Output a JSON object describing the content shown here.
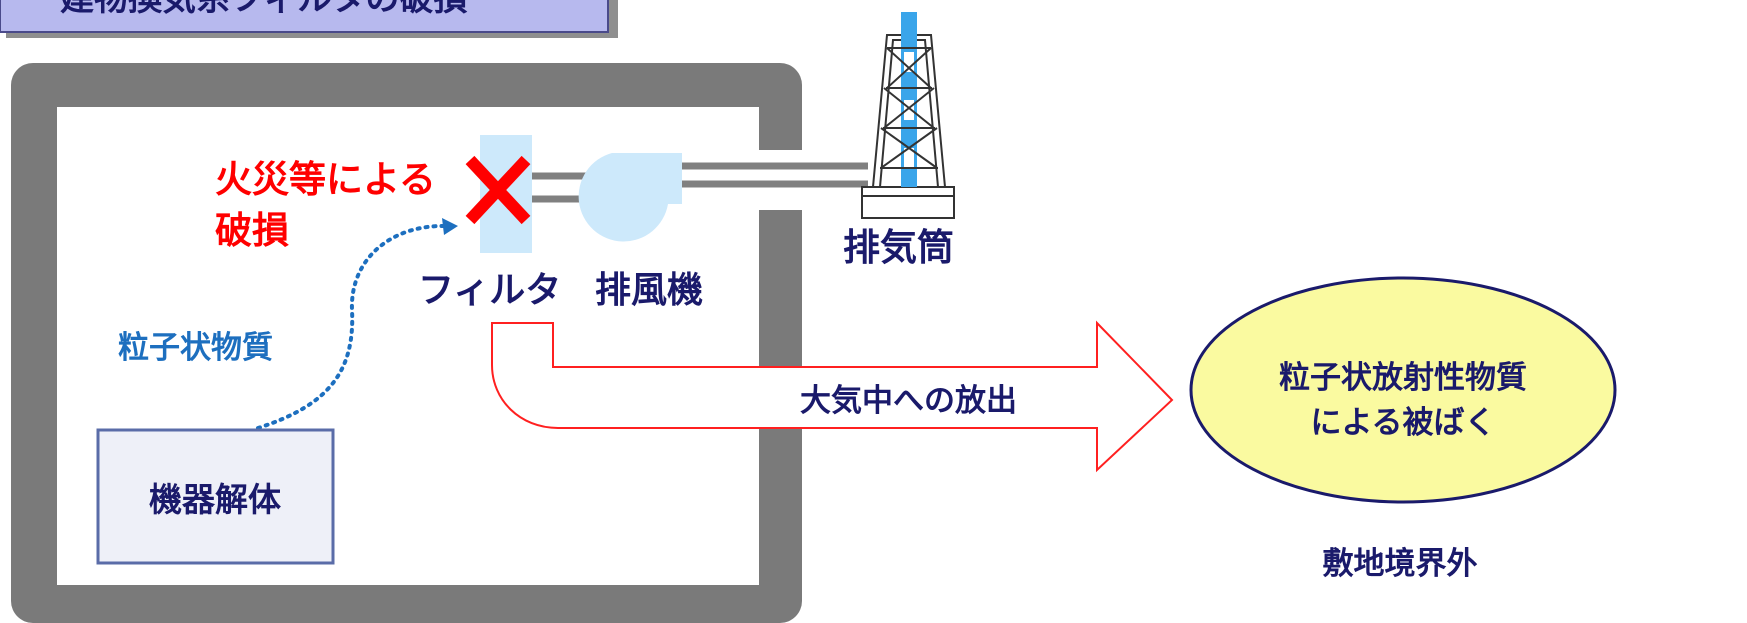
{
  "title_tab": {
    "text": "建物換気系フィルタの破損"
  },
  "labels": {
    "damage_line1": "火災等による",
    "damage_line2": "破損",
    "filter": "フィルタ",
    "fan": "排風機",
    "stack": "排気筒",
    "particulate": "粒子状物質",
    "equipment": "機器解体",
    "release": "大気中への放出",
    "exposure_line1": "粒子状放射性物質",
    "exposure_line2": "による被ばく",
    "offsite": "敷地境界外"
  },
  "colors": {
    "navy": "#1a1a6b",
    "red": "#ff0000",
    "blue_text": "#1d6fbf",
    "wall": "#7a7a7a",
    "light_blue": "#cde9fb",
    "ellipse_fill": "#fafaa0",
    "tab_fill": "#b7b9ee",
    "box_fill": "#eef0f8",
    "box_border": "#5a6ca8"
  }
}
